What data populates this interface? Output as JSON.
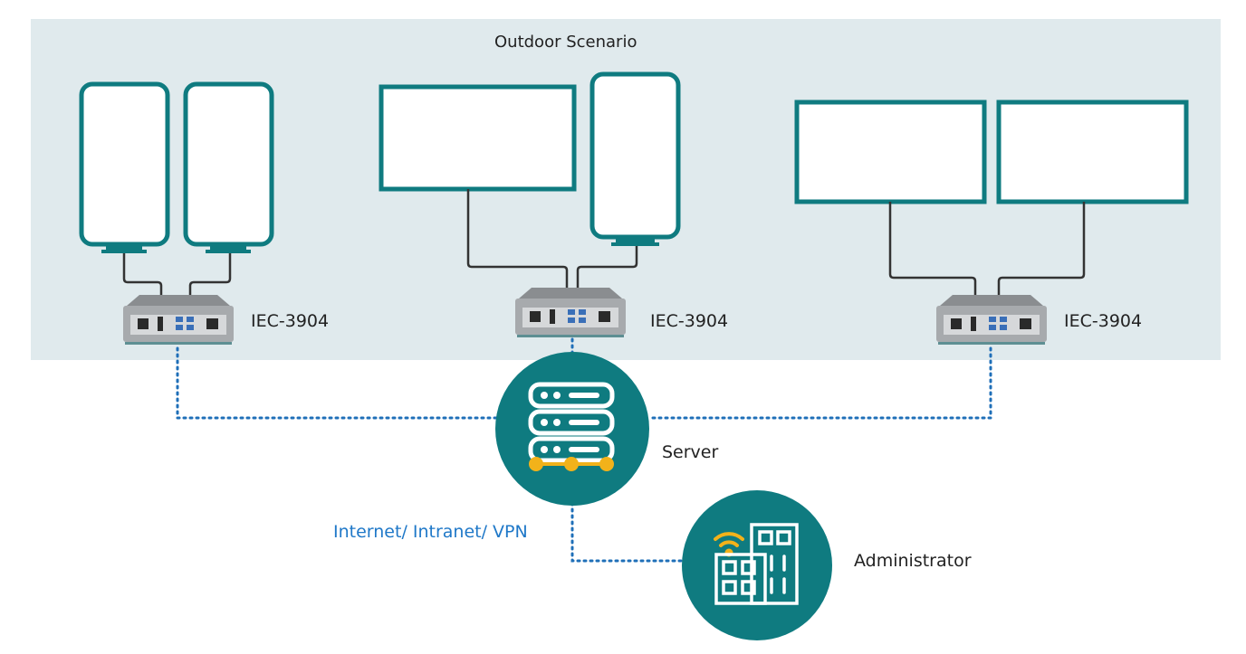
{
  "scenario": {
    "title": "Outdoor Scenario",
    "background_color": "#e0eaed"
  },
  "devices": [
    {
      "label": "IEC-3904"
    },
    {
      "label": "IEC-3904"
    },
    {
      "label": "IEC-3904"
    }
  ],
  "server": {
    "label": "Server",
    "icon": "server-rack-icon"
  },
  "admin": {
    "label": "Administrator",
    "icon": "building-wifi-icon"
  },
  "network": {
    "label": "Internet/ Intranet/ VPN",
    "color": "#1f78c8"
  },
  "colors": {
    "teal": "#0f7b80",
    "cable": "#333333",
    "dots": "#1f6fb8",
    "wifi": "#f2b21a",
    "node": "#f2b21a"
  }
}
